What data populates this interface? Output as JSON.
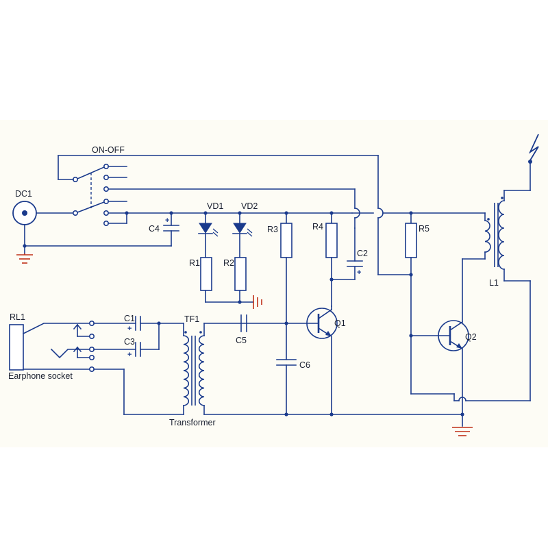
{
  "labels": {
    "on_off": "ON-OFF",
    "dc1": "DC1",
    "c4": "C4",
    "vd1": "VD1",
    "vd2": "VD2",
    "r1": "R1",
    "r2": "R2",
    "r3": "R3",
    "r4": "R4",
    "c2": "C2",
    "r5": "R5",
    "l1": "L1",
    "rl1": "RL1",
    "c1": "C1",
    "c3": "C3",
    "earphone_socket": "Earphone socket",
    "tf1": "TF1",
    "c5": "C5",
    "c6": "C6",
    "transformer": "Transformer",
    "q1": "Q1",
    "q2": "Q2"
  },
  "colors": {
    "wire": "#1a3a8c",
    "ground": "#c03018",
    "background": "#fdfcf5"
  }
}
